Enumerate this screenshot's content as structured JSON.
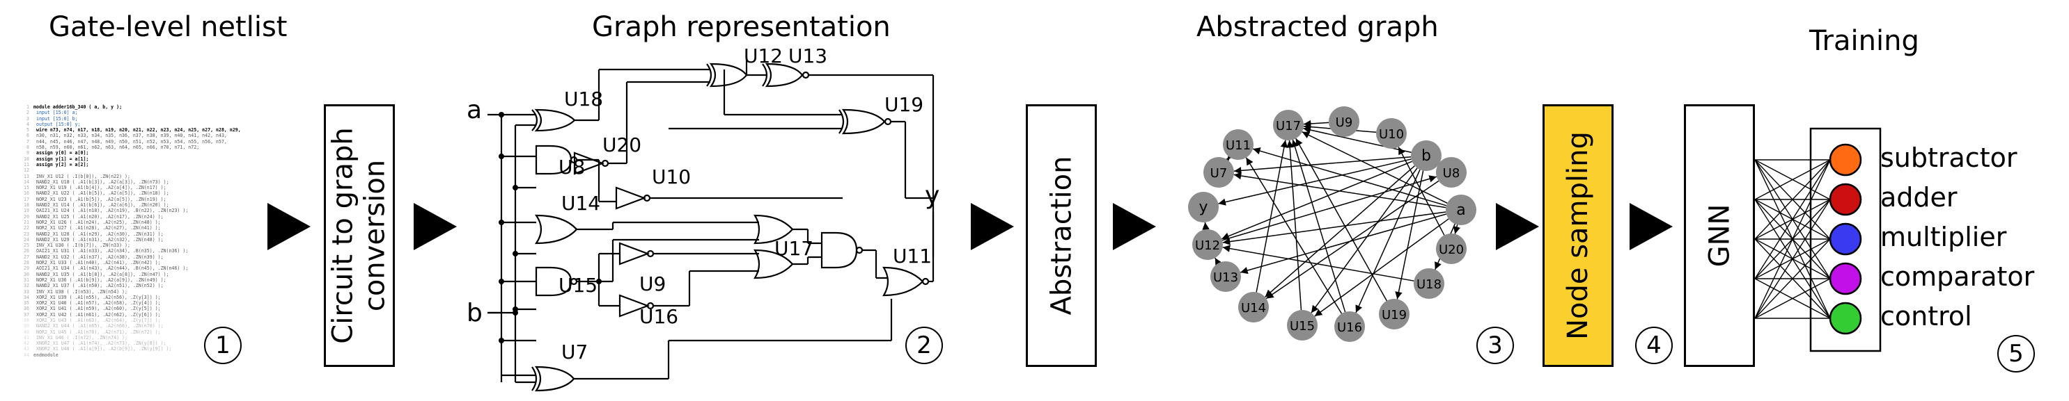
{
  "titles": {
    "netlist": "Gate-level netlist",
    "graph": "Graph representation",
    "abstracted": "Abstracted graph",
    "training": "Training"
  },
  "steps": {
    "conversion": "Circuit to graph\nconversion",
    "abstraction": "Abstraction",
    "node_sampling": "Node sampling",
    "gnn": "GNN"
  },
  "badges": [
    "1",
    "2",
    "3",
    "4",
    "5"
  ],
  "colors": {
    "node_sampling_fill": "#FBD02E",
    "graph_node": "#8C8C8C",
    "subtractor": "#FF6A13",
    "adder": "#CC1010",
    "multiplier": "#3A3AF0",
    "comparator": "#C210E8",
    "control": "#33CC33"
  },
  "classes": [
    {
      "label": "subtractor",
      "color": "#FF6A13"
    },
    {
      "label": "adder",
      "color": "#CC1010"
    },
    {
      "label": "multiplier",
      "color": "#3A3AF0"
    },
    {
      "label": "comparator",
      "color": "#C210E8"
    },
    {
      "label": "control",
      "color": "#33CC33"
    }
  ],
  "circuit": {
    "inputs": [
      "a",
      "b"
    ],
    "output": "y",
    "gates": [
      "U18",
      "U12",
      "U13",
      "U19",
      "U20",
      "U8",
      "U10",
      "U14",
      "U17",
      "U11",
      "U15",
      "U9",
      "U16",
      "U7"
    ]
  },
  "graph": {
    "nodes": [
      "U17",
      "U9",
      "U10",
      "U11",
      "U7",
      "y",
      "U12",
      "U13",
      "U14",
      "U15",
      "U16",
      "U19",
      "U18",
      "U20",
      "a",
      "U8",
      "b"
    ]
  },
  "netlist_code": [
    "module adder16b_340 ( a, b, y );",
    "  input [15:0] a;",
    "  input [15:0] b;",
    "  output [15:0] y;",
    "  wire   n73, n74, n17, n18, n19, n20, n21, n22, n23, n24, n25, n27, n28, n29,",
    "         n30, n31, n32, n33, n34, n35, n36, n37, n38, n39, n40, n41, n42, n43,",
    "         n44, n45, n46, n47, n48, n49, n50, n51, n52, n53, n54, n55, n56, n57,",
    "         n58, n59, n60, n61, n62, n63, n64, n65, n66, n70, n71, n72;",
    "  assign y[0] = a[0];",
    "  assign y[1] = a[1];",
    "  assign y[2] = a[2];",
    "",
    "  INV_X1 U12 ( .I(b[0]), .ZN(n22) );",
    "  NAND2_X1 U18 ( .A1(b[3]), .A2(a[3]), .ZN(n73) );",
    "  NOR2_X1 U19 ( .A1(b[4]), .A2(a[4]), .ZN(n17) );",
    "  NAND2_X1 U22 ( .A1(b[5]), .A2(a[5]), .ZN(n18) );",
    "  NOR2_X1 U23 ( .A1(b[5]), .A2(a[5]), .ZN(n19) );",
    "  NAND2_X1 U14 ( .A1(b[6]), .A2(a[6]), .ZN(n20) );",
    "  OAI21_X1 U24 ( .A1(n18), .A2(n19), .B(n22), .ZN(n23) );",
    "  NAND2_X1 U25 ( .A1(n20), .A2(n17), .ZN(n24) );",
    "  NOR2_X1 U26 ( .A1(n24), .A2(n25), .ZN(n48) );",
    "  NOR2_X1 U27 ( .A1(n28), .A2(n27), .ZN(n41) );",
    "  NAND2_X1 U28 ( .A1(n29), .A2(n30), .ZN(n31) );",
    "  NAND2_X1 U29 ( .A1(n31), .A2(n32), .ZN(n48) );",
    "  INV_X1 U30 ( .I(b[7]), .ZN(n33) );",
    "  OAI21_X1 U31 ( .A1(n33), .A2(n34), .B(n35), .ZN(n36) );",
    "  NAND2_X1 U32 ( .A1(n37), .A2(n38), .ZN(n39) );",
    "  NOR2_X1 U33 ( .A1(n40), .A2(n41), .ZN(n42) );",
    "  AOI21_X1 U34 ( .A1(n43), .A2(n44), .B(n45), .ZN(n46) );",
    "  NAND2_X1 U35 ( .A1(b[8]), .A2(a[8]), .ZN(n47) );",
    "  NOR2_X1 U36 ( .A1(b[9]), .A2(a[9]), .ZN(n49) );",
    "  NAND2_X1 U37 ( .A1(n50), .A2(n51), .ZN(n52) );",
    "  INV_X1 U38 ( .I(n53), .ZN(n54) );",
    "  XOR2_X1 U39 ( .A1(n55), .A2(n56), .Z(y[3]) );",
    "  XOR2_X1 U40 ( .A1(n57), .A2(n58), .Z(y[4]) );",
    "  XOR2_X1 U41 ( .A1(n59), .A2(n60), .Z(y[5]) );",
    "  XOR2_X1 U42 ( .A1(n61), .A2(n62), .Z(y[6]) );",
    "  XOR2_X1 U43 ( .A1(n63), .A2(n64), .Z(y[7]) );",
    "  NAND2_X1 U44 ( .A1(n65), .A2(n66), .ZN(n70) );",
    "  NOR2_X1 U45 ( .A1(n70), .A2(n71), .ZN(n72) );",
    "  INV_X1 U46 ( .I(n72), .ZN(n74) );",
    "  XNOR2_X1 U47 ( .A1(n74), .A2(n73), .ZN(y[8]) );",
    "  XNOR2_X1 U48 ( .A1(a[9]), .A2(b[9]), .ZN(y[9]) );",
    "endmodule"
  ]
}
